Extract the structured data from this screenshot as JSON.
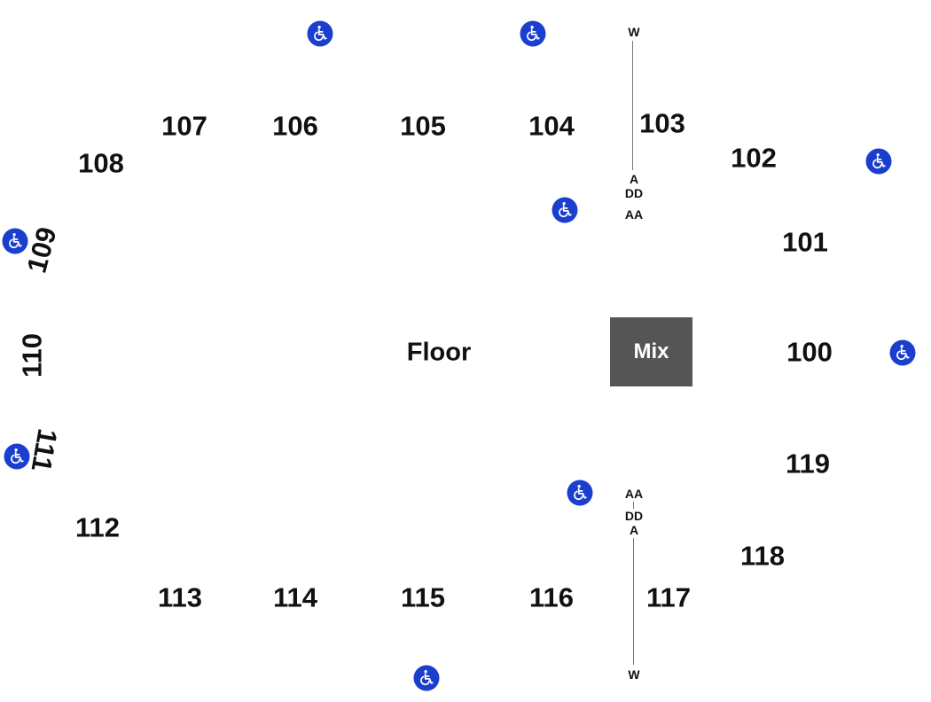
{
  "sections": {
    "s100": "100",
    "s101": "101",
    "s102": "102",
    "s103": "103",
    "s104": "104",
    "s105": "105",
    "s106": "106",
    "s107": "107",
    "s108": "108",
    "s109": "109",
    "s110": "110",
    "s111": "111",
    "s112": "112",
    "s113": "113",
    "s114": "114",
    "s115": "115",
    "s116": "116",
    "s117": "117",
    "s118": "118",
    "s119": "119"
  },
  "floor": {
    "label": "Floor"
  },
  "mix": {
    "label": "Mix"
  },
  "rows": {
    "top": {
      "end": "W",
      "first": "A",
      "mid": "DD",
      "last": "AA"
    },
    "bottom": {
      "end": "W",
      "first": "A",
      "mid": "DD",
      "last": "AA"
    }
  },
  "icons": {
    "accessible": "wheelchair-icon"
  },
  "colors": {
    "accessible": "#1a3fcf",
    "mix_box": "#555555",
    "text": "#111111"
  }
}
